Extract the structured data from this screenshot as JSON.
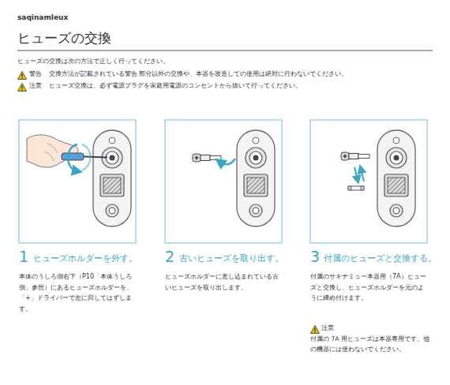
{
  "diagram": {
    "title": "ヒューズの交換",
    "labels": [
      "saqinamleux",
      "ヒューズの交換は次の方法で正しく行ってください。",
      "警告",
      "交換方法が記載されている警告 部分以外の交換や、本器を改造しての使用は絶対に行わないでください。",
      "注意",
      "ヒューズ交換は、必ず電源プラグを家庭用電源のコンセントから抜いて行ってください。",
      "1",
      "ヒューズホルダーを外す。",
      "本体のうしろ側右下（P10「本体うしろ側」参照）にあるヒューズホルダーを、「+」ドライバーで左に回してはずします。",
      "2",
      "古いヒューズを取り出す。",
      "ヒューズホルダーに差し込まれている古いヒューズを取り出します。",
      "3",
      "付属のヒューズと交換する。",
      "付属のサキナミュー本器用（7A）ヒューズと交換し、ヒューズホルダーを元のように締め付けます。",
      "注意",
      "付属の 7A 用ヒューズは本器専用です。他の機器には使わないでください。"
    ]
  }
}
